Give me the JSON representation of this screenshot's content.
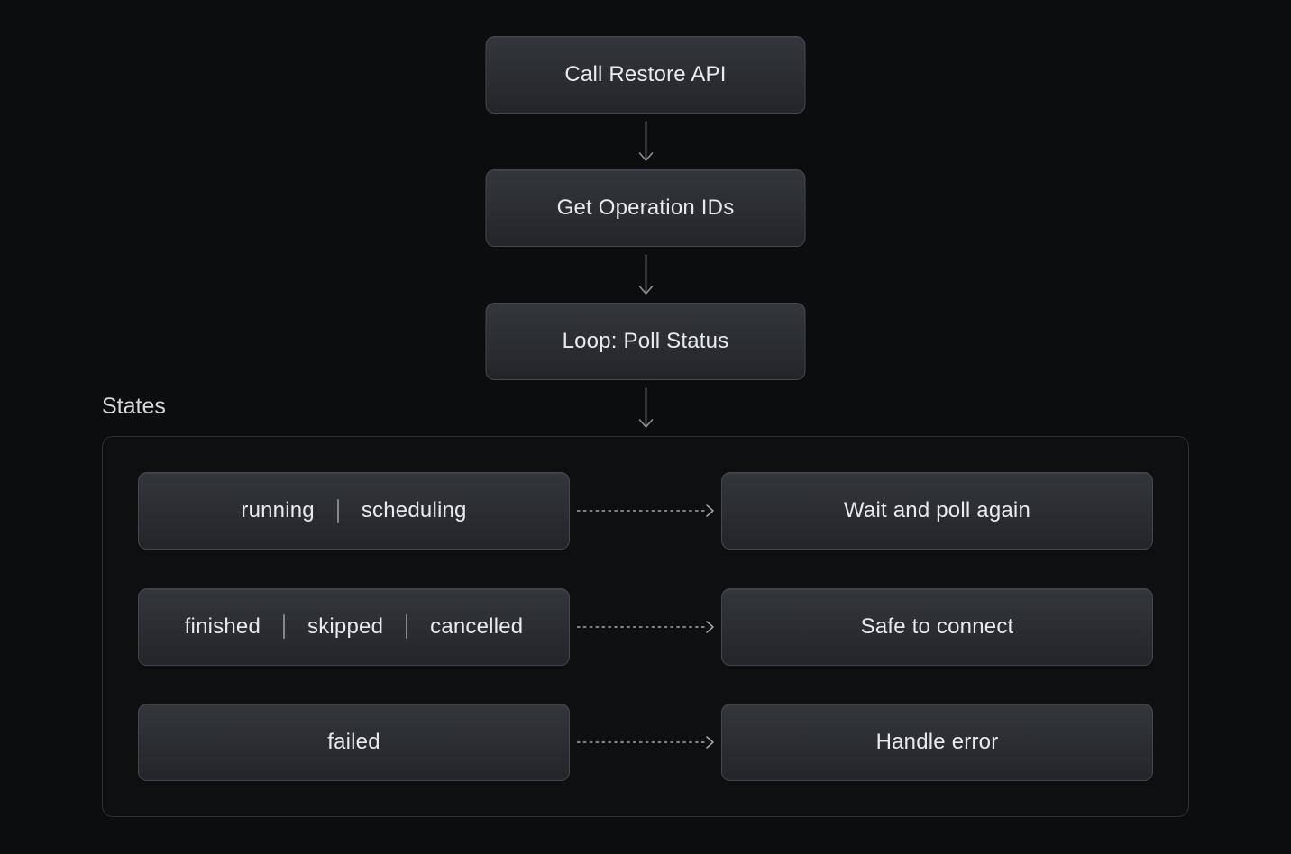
{
  "colors": {
    "background": "#0c0d0e",
    "node_background_top": "#33363b",
    "node_background_bottom": "#232529",
    "node_border": "#43464c",
    "node_text": "#e9eaec",
    "panel_border": "#2d3035",
    "section_title_text": "#d6d8da",
    "solid_arrow": "#8d9095",
    "dashed_arrow": "#a3a6ab"
  },
  "flow": {
    "steps": [
      {
        "label": "Call Restore API"
      },
      {
        "label": "Get Operation IDs"
      },
      {
        "label": "Loop: Poll Status"
      }
    ]
  },
  "states": {
    "title": "States",
    "rows": [
      {
        "states": [
          "running",
          "scheduling"
        ],
        "outcome": "Wait and poll again"
      },
      {
        "states": [
          "finished",
          "skipped",
          "cancelled"
        ],
        "outcome": "Safe to connect"
      },
      {
        "states": [
          "failed"
        ],
        "outcome": "Handle error"
      }
    ]
  }
}
